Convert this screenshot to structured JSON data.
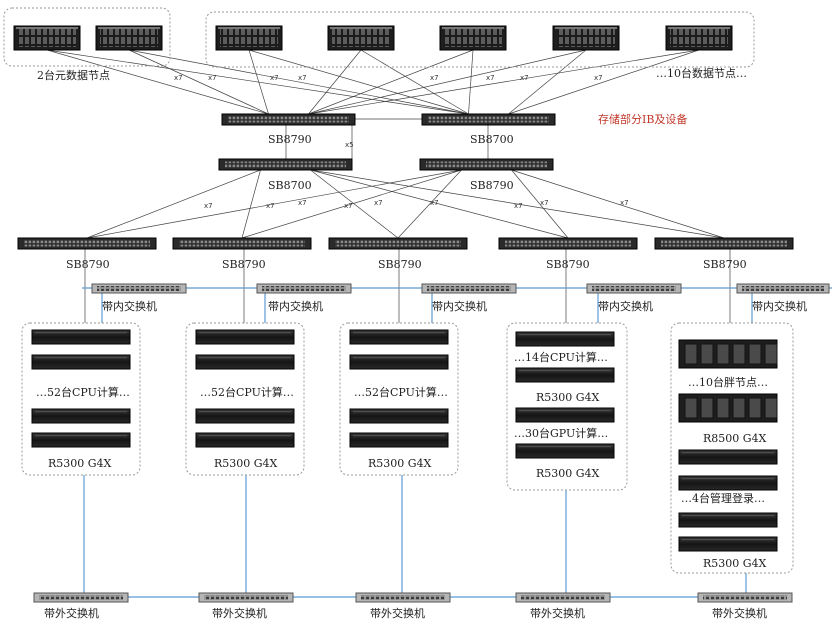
{
  "storage": {
    "meta_group_label": "2台元数据节点",
    "data_group_label": "…10台数据节点…",
    "section_caption": "存储部分IB及设备",
    "switch_left_label": "SB8790",
    "switch_right_label": "SB8700"
  },
  "core": {
    "left_label": "SB8700",
    "right_label": "SB8790",
    "link_label": "x5"
  },
  "leaf_switches": [
    "SB8790",
    "SB8790",
    "SB8790",
    "SB8790",
    "SB8790"
  ],
  "inband_label": "带内交换机",
  "outband_label": "带外交换机",
  "link_labels": {
    "uplink": "x7",
    "downlink": "x7"
  },
  "groups": [
    {
      "count_label": "…52台CPU计算…",
      "model_label": "R5300  G4X"
    },
    {
      "count_label": "…52台CPU计算…",
      "model_label": "R5300  G4X"
    },
    {
      "count_label": "…52台CPU计算…",
      "model_label": "R5300  G4X"
    },
    {
      "count_label_1": "…14台CPU计算…",
      "model_label_1": "R5300  G4X",
      "count_label_2": "…30台GPU计算…",
      "model_label_2": "R5300  G4X"
    },
    {
      "count_label_1": "…10台胖节点…",
      "model_label_1": "R8500  G4X",
      "count_label_2": "…4台管理登录…",
      "model_label_2": "R5300  G4X"
    }
  ],
  "colors": {
    "rack_dark": "#1c1c1c",
    "ib_link": "#333333",
    "ethernet_link": "#5b9bd5",
    "caption_red": "#c0392b",
    "dotted_border": "#999999"
  }
}
